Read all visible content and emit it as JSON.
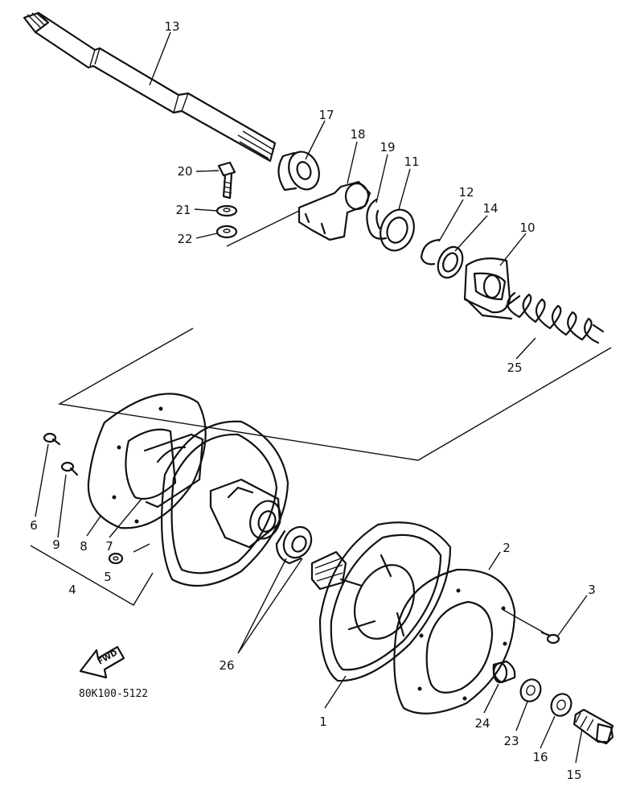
{
  "diagram": {
    "document_code": "80K100-5122",
    "direction_marker": "FWD",
    "callouts": [
      "13",
      "17",
      "18",
      "19",
      "11",
      "20",
      "21",
      "22",
      "12",
      "14",
      "10",
      "25",
      "6",
      "9",
      "8",
      "7",
      "5",
      "4",
      "26",
      "2",
      "3",
      "1",
      "24",
      "23",
      "16",
      "15"
    ]
  }
}
